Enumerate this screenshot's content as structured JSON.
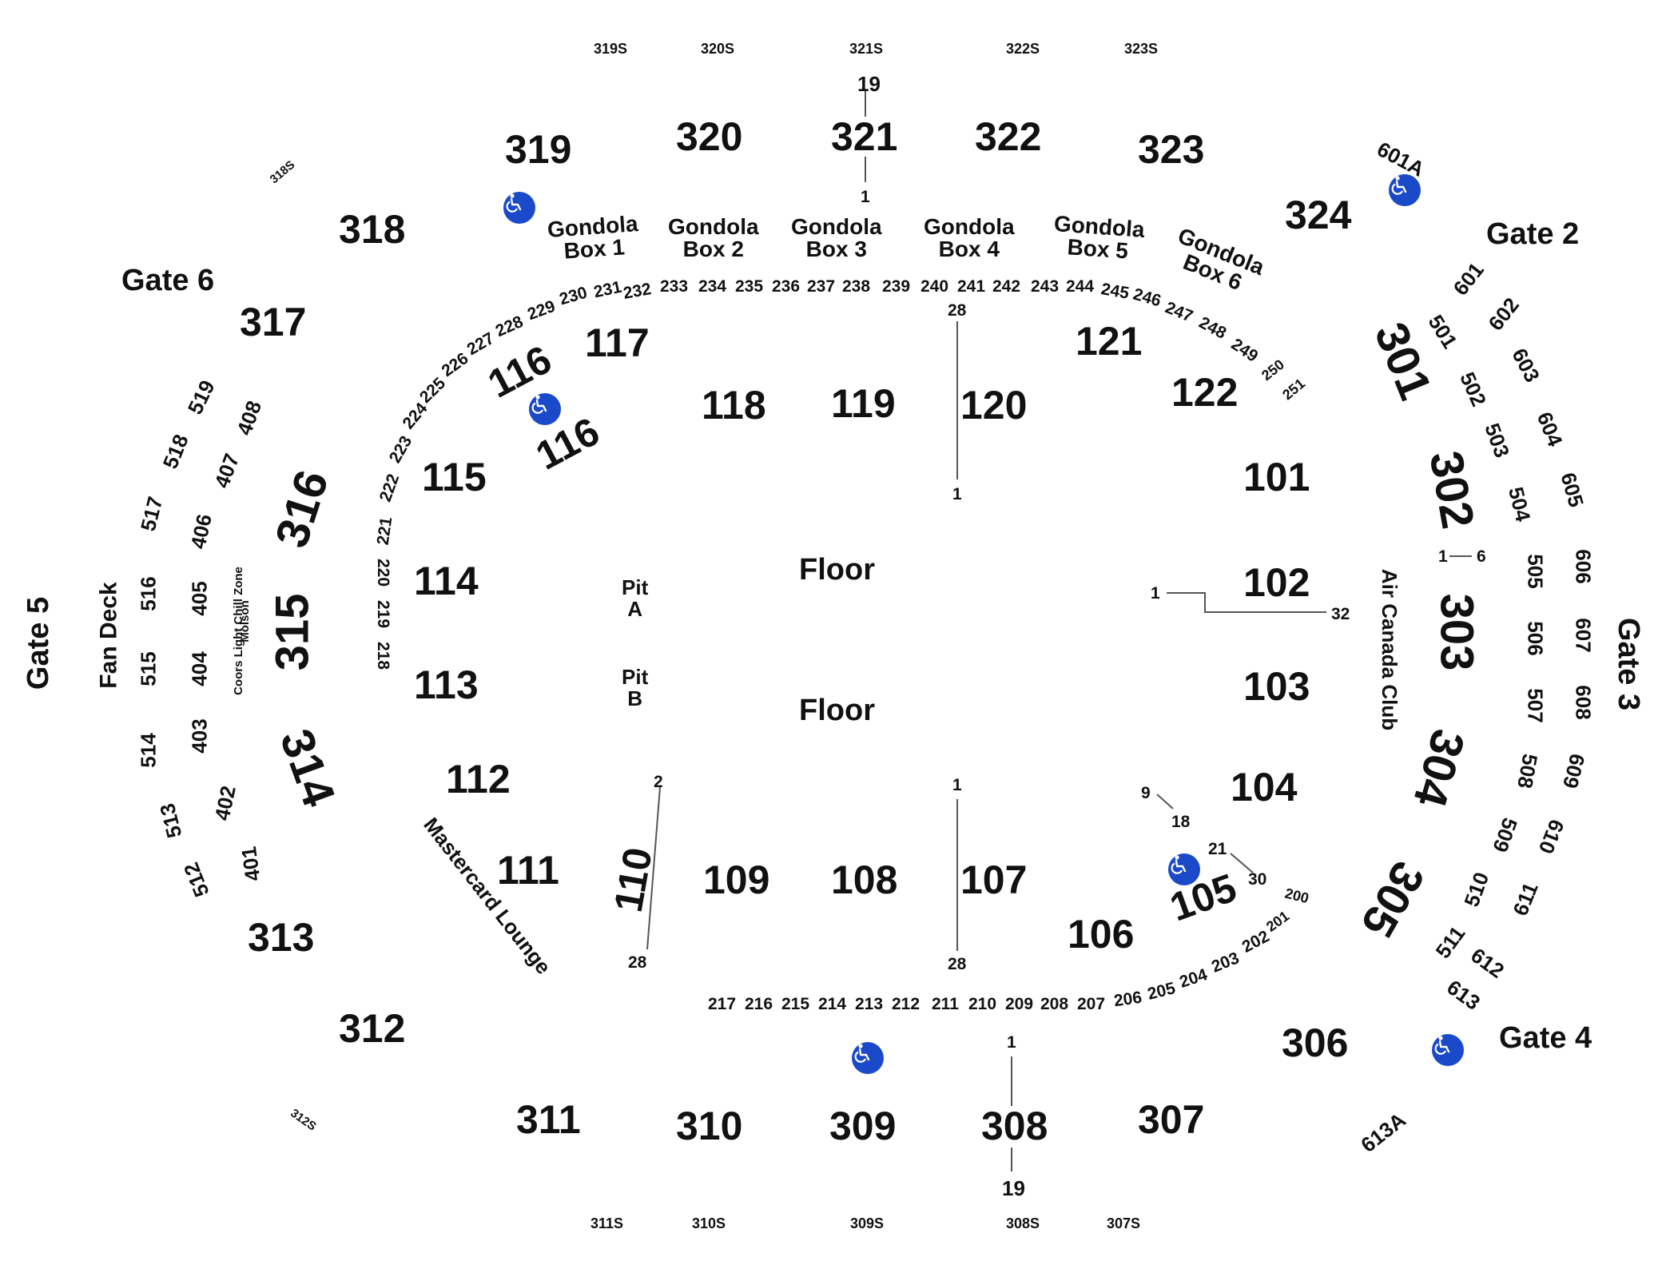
{
  "colors": {
    "background": "#ffffff",
    "text": "#111111",
    "accessible": "#1a49c9",
    "line": "#555555"
  },
  "icons": {
    "accessible": "wheelchair-icon"
  },
  "gates": [
    {
      "id": "g2",
      "label": "Gate 2"
    },
    {
      "id": "g3",
      "label": "Gate 3"
    },
    {
      "id": "g4",
      "label": "Gate 4"
    },
    {
      "id": "g5",
      "label": "Gate 5"
    },
    {
      "id": "g6",
      "label": "Gate 6"
    }
  ],
  "zones": {
    "fan_deck": "Fan Deck",
    "molson_zone": "Molson",
    "coors_zone": "Coors Light Chill Zone",
    "mastercard_lounge": "Mastercard Lounge",
    "air_canada_club": "Air Canada Club",
    "floor_upper": "Floor",
    "floor_lower": "Floor",
    "pit_a": "Pit\nA",
    "pit_b": "Pit\nB"
  },
  "gondolas": [
    "Gondola\nBox 1",
    "Gondola\nBox 2",
    "Gondola\nBox 3",
    "Gondola\nBox 4",
    "Gondola\nBox 5",
    "Gondola\nBox 6"
  ],
  "sections_100": [
    "101",
    "102",
    "103",
    "104",
    "105",
    "106",
    "107",
    "108",
    "109",
    "110",
    "111",
    "112",
    "113",
    "114",
    "115",
    "116",
    "116",
    "117",
    "118",
    "119",
    "120",
    "121",
    "122"
  ],
  "sections_200": [
    "200",
    "201",
    "202",
    "203",
    "204",
    "205",
    "206",
    "207",
    "208",
    "209",
    "210",
    "211",
    "212",
    "213",
    "214",
    "215",
    "216",
    "217",
    "218",
    "219",
    "220",
    "221",
    "222",
    "223",
    "224",
    "225",
    "226",
    "227",
    "228",
    "229",
    "230",
    "231",
    "232",
    "233",
    "234",
    "235",
    "236",
    "237",
    "238",
    "239",
    "240",
    "241",
    "242",
    "243",
    "244",
    "245",
    "246",
    "247",
    "248",
    "249",
    "250",
    "251"
  ],
  "sections_300": [
    "301",
    "302",
    "303",
    "304",
    "305",
    "306",
    "307",
    "308",
    "309",
    "310",
    "311",
    "312",
    "313",
    "314",
    "315",
    "316",
    "317",
    "318",
    "319",
    "320",
    "321",
    "322",
    "323",
    "324"
  ],
  "sections_300s": [
    "319S",
    "320S",
    "321S",
    "322S",
    "323S",
    "318S",
    "312S",
    "311S",
    "310S",
    "309S",
    "308S",
    "307S"
  ],
  "sections_400": [
    "401",
    "402",
    "403",
    "404",
    "405",
    "406",
    "407",
    "408"
  ],
  "sections_500": [
    "501",
    "502",
    "503",
    "504",
    "505",
    "506",
    "507",
    "508",
    "509",
    "510",
    "511",
    "512",
    "513",
    "514",
    "515",
    "516",
    "517",
    "518",
    "519"
  ],
  "sections_600": [
    "601",
    "602",
    "603",
    "604",
    "605",
    "606",
    "607",
    "608",
    "609",
    "610",
    "611",
    "612",
    "613",
    "601A",
    "613A"
  ],
  "row_numbers": [
    "19",
    "1",
    "28",
    "1",
    "1",
    "6",
    "1",
    "32",
    "2",
    "28",
    "1",
    "28",
    "9",
    "18",
    "21",
    "30",
    "1",
    "19"
  ]
}
